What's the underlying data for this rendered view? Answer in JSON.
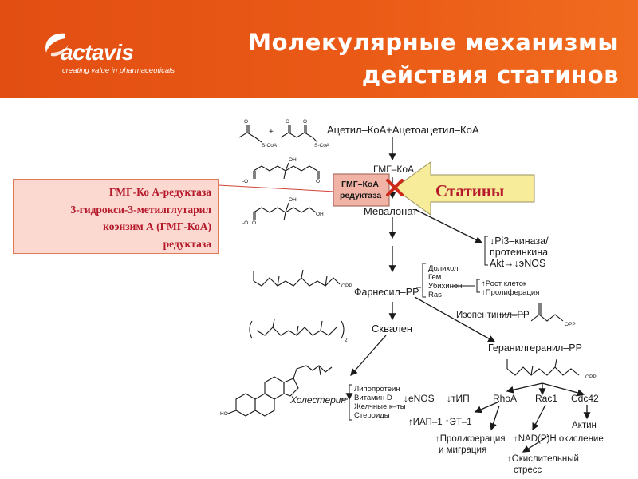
{
  "header": {
    "logo_text": "actavis",
    "logo_tagline": "creating value in pharmaceuticals",
    "title_line1": "Молекулярные механизмы",
    "title_line2": "действия статинов"
  },
  "callout": {
    "line1": "ГМГ-Ко А-редуктаза",
    "line2": "3-гидрокси-3-метилглутарил",
    "line3": "коэнзим А (ГМГ-КоА)",
    "line4": "редуктаза"
  },
  "statins_label": "Статины",
  "enzyme_box": {
    "line1": "ГМГ–КоА",
    "line2": "редуктаза"
  },
  "pathway": {
    "acetyl": "Ацетил–КоА+Ацетоацетил–КоА",
    "hmg": "ГМГ–КоА",
    "mevalonate": "Мевалонат",
    "farnesyl": "Фарнесил–PP",
    "squalene": "Сквален",
    "geranylgeranyl": "Геранилгеранил–PP",
    "cholesterol": "Холестерин",
    "isopentenyl": "Изопентинил–PP"
  },
  "pi3_branch": [
    "↓Pi3–киназа/",
    "протеинкина",
    "Akt→↓эNOS"
  ],
  "farnesyl_products": [
    "Долихол",
    "Гем",
    "Убихинон",
    "Ras"
  ],
  "ras_effects": [
    "↑Рост клеток",
    "↑Пролиферация"
  ],
  "cholesterol_products": [
    "Липопротеин",
    "Витамин D",
    "Желчные к–ты",
    "Стероиды"
  ],
  "enos_label": "↓eNOS",
  "gtpases": [
    "RhoA",
    "Rac1",
    "Cdc42"
  ],
  "tip_label": "↓тИП",
  "iap_label": "↑ИАП–1 ↑ЭТ–1",
  "prolif_lines": [
    "↑Пролиферация",
    "и миграция"
  ],
  "nadph_label": "↑NAD(P)H окисление",
  "actin_label": "Актин",
  "oxidative_lines": [
    "↑Окислительный",
    "стресс"
  ],
  "chem": {
    "plus": "+",
    "scoa1": "S-CoA",
    "scoa2": "S-CoA",
    "oh1": "OH",
    "oh2": "OH",
    "oh3": "OH",
    "o1": "O",
    "o2": "O",
    "o3": "O",
    "o4": "O",
    "o5": "O",
    "om1": "-O",
    "om2": "-O",
    "opp1": "OPP",
    "opp2": "OPP",
    "opp3": "OPP",
    "ho": "HO",
    "sub2": "2"
  }
}
